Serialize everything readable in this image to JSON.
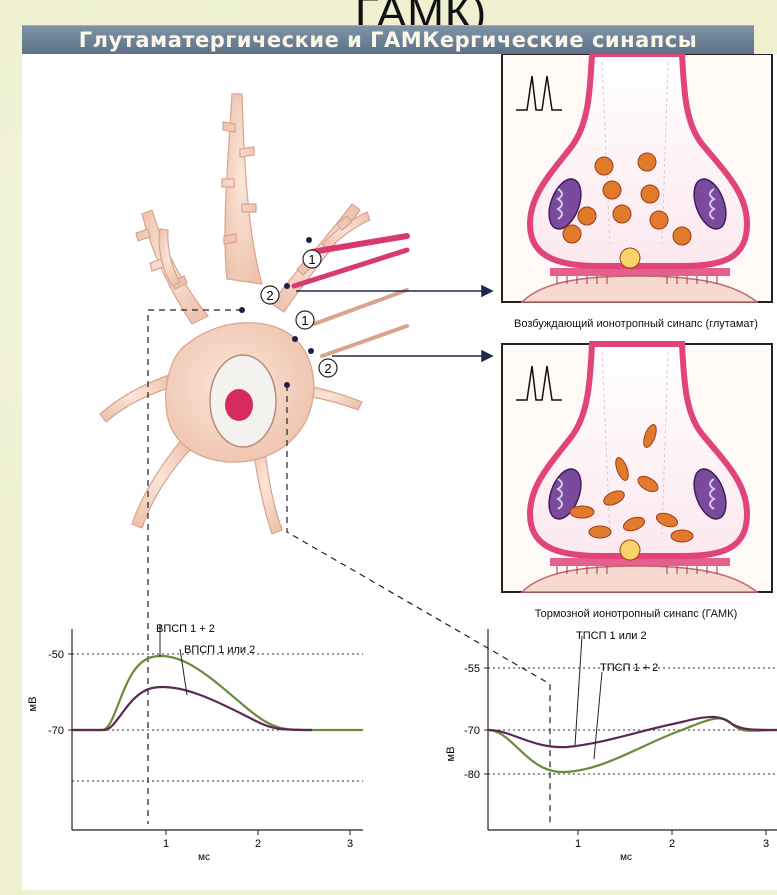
{
  "header": {
    "overflow_text": "ГАМК)",
    "title": "Глутаматергические и ГАМКергические синапсы"
  },
  "neuron": {
    "synapse_labels": [
      "1",
      "2",
      "1",
      "2"
    ]
  },
  "panels": {
    "excitatory_caption": "Возбуждающий ионотропный синапс (глутамат)",
    "inhibitory_caption": "Тормозной ионотропный синапс (ГАМК)"
  },
  "graphs": {
    "left": {
      "ylabel": "мВ",
      "xlabel": "мс",
      "y_ticks": [
        "-50",
        "-70"
      ],
      "x_ticks": [
        "1",
        "2",
        "3"
      ],
      "label_sum": "ВПСП 1 + 2",
      "label_single": "ВПСП 1 или 2"
    },
    "right": {
      "ylabel": "мВ",
      "xlabel": "мс",
      "y_ticks": [
        "-55",
        "-70",
        "-80"
      ],
      "x_ticks": [
        "1",
        "2",
        "3"
      ],
      "label_single": "ТПСП 1 или 2",
      "label_sum": "ТПСП 1 + 2"
    }
  },
  "colors": {
    "sum_curve": "#6b8a3a",
    "single_curve": "#5a2a55",
    "neuron_fill": "#f3cdbb",
    "terminal_pink": "#e85a86",
    "mito_purple": "#7a4a9c"
  }
}
